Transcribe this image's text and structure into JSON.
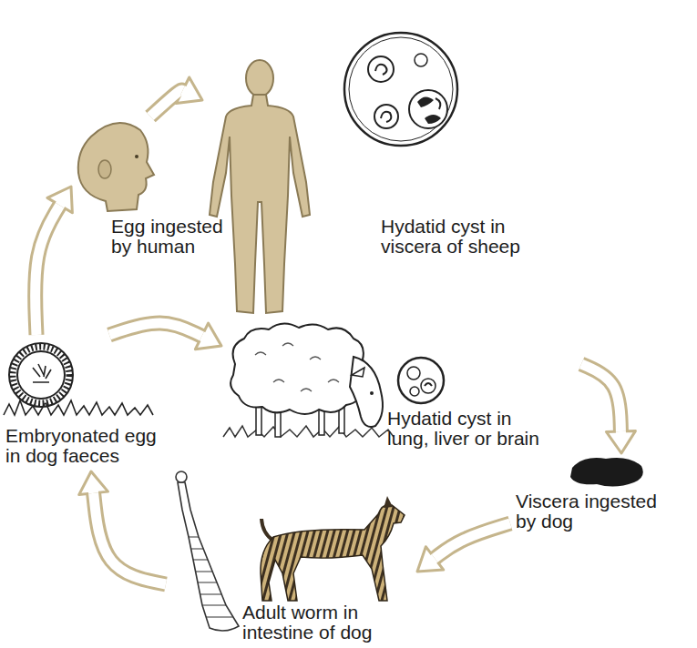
{
  "diagram": {
    "nodes": [
      {
        "text": [
          "Egg ingested by human"
        ]
      },
      {
        "text": [
          "Hydatid cyst in viscera of sheep"
        ]
      },
      {
        "text": [
          "Hydatid cyst in lung, liver or brain"
        ]
      },
      {
        "text": [
          "Embryonated egg in dog faeces"
        ]
      },
      {
        "text": [
          "Viscera ingested by dog"
        ]
      },
      {
        "text": [
          "Adult worm in intestine of dog"
        ]
      }
    ],
    "edges": [
      {
        "from": 3,
        "to": 0,
        "arrow": "to"
      },
      {
        "from": 0,
        "to": 1,
        "arrow": "to"
      },
      {
        "from": 3,
        "to": 2,
        "arrow": "to"
      },
      {
        "from": 2,
        "to": 4,
        "arrow": "to"
      },
      {
        "from": 4,
        "to": 5,
        "arrow": "to"
      },
      {
        "from": 5,
        "to": 3,
        "arrow": "to"
      }
    ]
  }
}
